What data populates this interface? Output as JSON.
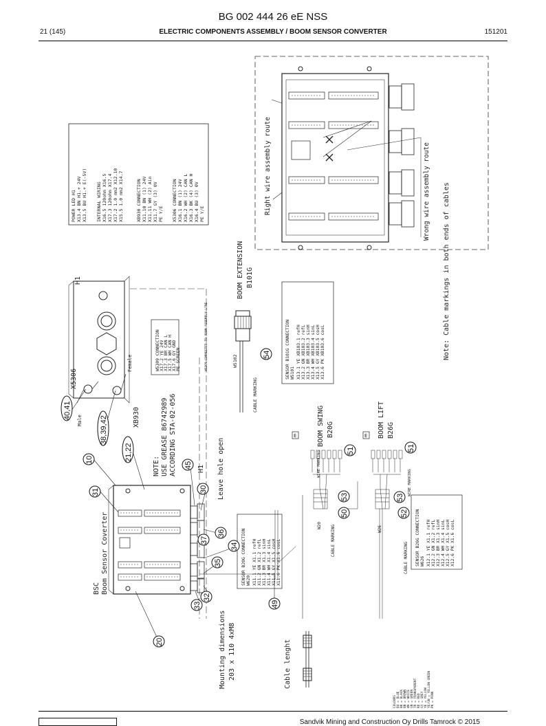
{
  "header": {
    "doc_title": "BG 002 444 26 eE NSS",
    "page": "21 (145)",
    "section": "ELECTRIC COMPONENTS ASSEMBLY / BOOM SENSOR CONVERTER",
    "code": "151201"
  },
  "footer": {
    "copyright": "Sandvik Mining and Construction Oy Drills Tamrock © 2015"
  },
  "notes": {
    "cable_markings": "Note: Cable markings in both ends of cables",
    "right_route": "Right wire assembly route",
    "wrong_route": "Wrong wire assembly route",
    "mounting_title": "Mounting dimensions",
    "mounting_dims": "203 x 110  4xM8",
    "cable_length": "Cable lenght",
    "leave_hole": "Leave hole open",
    "grease_1": "NOTE:",
    "grease_2": "USE GREASE 86742989",
    "grease_3": "ACCORDING STA-02-056",
    "bsc_1": "BSC",
    "bsc_2": "Boom Sensor Coverter",
    "boom_ext_1": "BOOM EXTENSION",
    "boom_ext_2": "B101G",
    "boom_swing_1": "BOOM SWING",
    "boom_swing_2": "B20G",
    "boom_lift_1": "BOOM LIFT",
    "boom_lift_2": "B26G",
    "x5306": "X5306",
    "xb930": "XB930",
    "male": "Male",
    "female": "Female",
    "h1_top": "H1",
    "h1_side": "H1",
    "w5309_route": "W5309 CONNECTED TO BOOM ASSEMBLY LINE",
    "cable_marking": "CABLE MARKING",
    "wire_marking": "WIRE MARKING",
    "e_box": "E",
    "w5102": "W5102",
    "w20": "W20",
    "w26": "W26"
  },
  "table_power": {
    "lines": [
      "POWER LED H1",
      "X13.4   BN H1.+  24V",
      "X13.5   BU H1.+  E(-5V)"
    ]
  },
  "table_internal": {
    "lines": [
      "INTERNAL WIRING",
      "X16.5  120ohm  X16.5",
      "X17.3  120ohm  X17.4",
      "X17.2  1.0 mm2  X12.10",
      "X15.5  1.0 mm2  X14.7"
    ]
  },
  "table_xb930": {
    "lines": [
      "XB930 CONNECTION",
      "X11.10  BN (1)  24V",
      "X11.11  WH (2)  Ain",
      "X11.7   GY (3)  0V",
      "PE      Y/E"
    ]
  },
  "table_x5306": {
    "lines": [
      "X5306 CONNECTION",
      "X16.1  BN (1)  24V",
      "X16.2  WH (2)  CAN L",
      "X16.3  BK (4)  CAN H",
      "X16.4  BU (3)  0V",
      "PE     Y/E"
    ]
  },
  "table_w5309": {
    "lines": [
      "W5309 CONNECTION",
      "X17.2  YE  24V",
      "X17.3  BR  CAN L",
      "X17.5  WH  CAN H",
      "X17.6  GY  GND",
      "PE     SCREEN"
    ]
  },
  "table_b101g": {
    "lines": [
      "SENSOR B101G CONNECTION",
      "W5101",
      "X13.1  YE  XB103.1  refH",
      "X13.2  GN  XB103.2  refL",
      "X13.3  BR  XB103.3  sinH",
      "X13.4  WH  XB103.4  sinL",
      "X13.5  GY  XB103.5  cosH",
      "X13.6  PK  XB103.6  cosL"
    ]
  },
  "table_b20g": {
    "lines": [
      "SENSOR B20G CONNECTION",
      "W620",
      "X11.1  YE  X1.1  refH",
      "X11.2  GN  X1.2  refL",
      "X11.3  BR  X1.3  sinH",
      "X11.4  WH  X1.4  sinL",
      "X11.5  GY  X1.5  cosH",
      "X11.6  PK  X1.6  cosL"
    ]
  },
  "table_b26g": {
    "lines": [
      "SENSOR B26G CONNECTION",
      "W626",
      "X12.1  YE  X1.1  refH",
      "X12.2  GN  X1.2  refL",
      "X12.3  BR  X1.3  sinH",
      "X12.4  WH  X1.4  sinL",
      "X12.5  GY  X1.5  cosH",
      "X12.6  PK  X1.6  cosL"
    ]
  },
  "colors_legend": {
    "lines": [
      "COLOURS",
      "BU = BLUE",
      "BK = BLACK",
      "BN = BROWN",
      "WH = WHITE",
      "GN = GREEN",
      "TR = TRANSPARENT",
      "RD = RED",
      "GY = GREY",
      "YE = YELLOW",
      "YE/GN = YELLOW GREEN",
      "PK = PINK"
    ]
  },
  "callouts": [
    "40,41",
    "38,39,42",
    "21,22",
    "10",
    "31",
    "45",
    "30",
    "36",
    "37",
    "34",
    "35",
    "32",
    "33",
    "49",
    "20",
    "54",
    "50",
    "53",
    "51",
    "52",
    "53",
    "51"
  ]
}
